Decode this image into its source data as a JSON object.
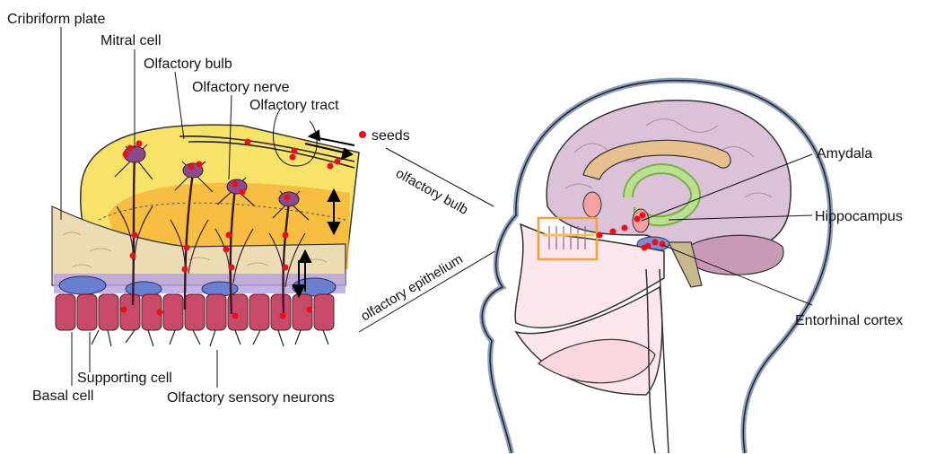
{
  "labels": {
    "cribriform_plate": "Cribriform plate",
    "mitral_cell": "Mitral cell",
    "olfactory_bulb": "Olfactory bulb",
    "olfactory_nerve": "Olfactory nerve",
    "olfactory_tract": "Olfactory tract",
    "seeds": "seeds",
    "amydala": "Amydala",
    "hippocampus": "Hippocampus",
    "entorhinal_cortex": "Entorhinal cortex",
    "supporting_cell": "Supporting cell",
    "basal_cell": "Basal cell",
    "olfactory_sensory_neurons": "Olfactory sensory neurons",
    "olfactory_bulb_diag": "olfactory bulb",
    "olfactory_epithelium_diag": "olfactory epithelium"
  },
  "colors": {
    "seed_red": "#e8101a",
    "bulb_yellow": "#f7e26a",
    "bulb_orange": "#f5b335",
    "bone": "#ecdcb4",
    "epithelium": "#c84a6a",
    "neuron_dark": "#3a1a2a",
    "cell_purple": "#8b4a8b",
    "basal_blue": "#6a7fd0",
    "brain_lilac": "#dcc2d8",
    "head_outline": "#8ea0c0",
    "highlight_box": "#f0a040",
    "corpus_callosum": "#e8c090",
    "hippocampus_green": "#b8e090"
  }
}
